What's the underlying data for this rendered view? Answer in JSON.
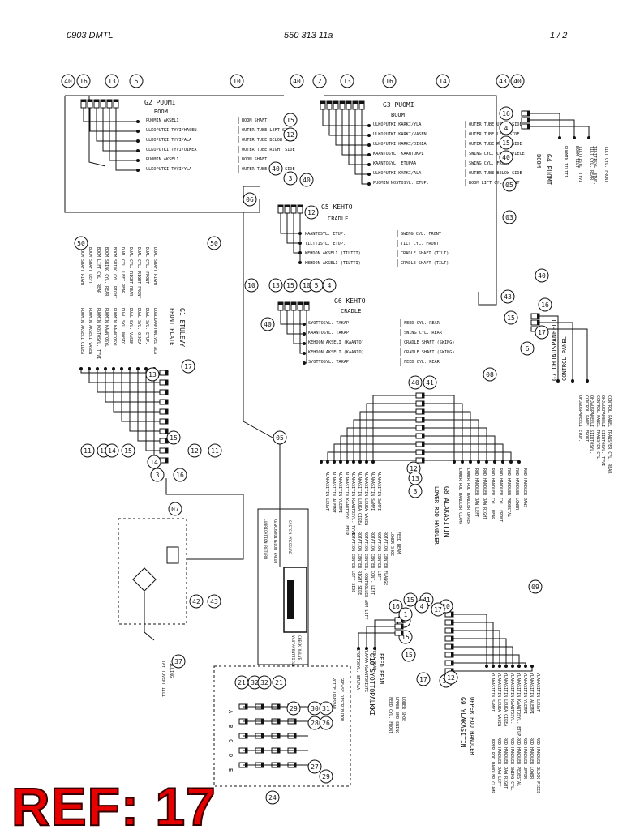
{
  "header": {
    "doc_code": "0903 DMTL",
    "part_number": "550 313 11a",
    "page": "1 /  2"
  },
  "footer": {
    "ref_label": "REF: 17"
  },
  "colors": {
    "ref": "#e60000",
    "line": "#111111"
  },
  "groups": {
    "g2": {
      "title": "G2 Puomi",
      "subtitle": "Boom",
      "rows": [
        [
          "Puomin akseli",
          "Boom shaft"
        ],
        [
          "Ulkoputki tyvi/hasen",
          "Outer tube left side"
        ],
        [
          "Ulkoputki tyvi/ala",
          "Outer tube below side"
        ],
        [
          "Ulkoputki tyvi/oikea",
          "Outer tube right side"
        ],
        [
          "Puomin akseli",
          "Boom shaft"
        ],
        [
          "Ulkoputki tyvi/yla",
          "Outer tube upper side"
        ]
      ]
    },
    "g3": {
      "title": "G3 Puomi",
      "subtitle": "Boom",
      "rows": [
        [
          "Ulkoputki karki/yla",
          "Outer tube upper side"
        ],
        [
          "Ulkoputki karki/vasen",
          "Outer tube left side"
        ],
        [
          "Ulkoputki karki/oikea",
          "Outer tube right side"
        ],
        [
          "Kaantosyl. kaantokpl",
          "Swing cyl. cross piece"
        ],
        [
          "Kaantosyl. etupaa",
          "Swing cyl. front"
        ],
        [
          "Ulkoputki karki/ala",
          "Outer tube below side"
        ],
        [
          "Puomin nostosyl. etup.",
          "Boom lift cyl. front"
        ]
      ]
    },
    "g4": {
      "title": "G4 Puomi",
      "subtitle": "Boom",
      "rows": [
        [
          "Puomin tiltti",
          "Boom tilt"
        ],
        [
          "Tilttisyl. tyvi",
          "Tilt cyl. rear"
        ],
        [
          "Tilttisyl. etup.",
          "Tilt cyl. front"
        ]
      ]
    },
    "g5": {
      "title": "G5 Kehto",
      "subtitle": "Cradle",
      "rows": [
        [
          "Kaantosyl. etup.",
          "Swing cyl. front"
        ],
        [
          "Tilttisyl. etup.",
          "Tilt cyl. front"
        ],
        [
          "Kehdon akseli (tiltti)",
          "Cradle shaft (tilt)"
        ],
        [
          "Kehdon akseli (tiltti)",
          "Cradle shaft (tilt)"
        ]
      ]
    },
    "g6": {
      "title": "G6 Kehto",
      "subtitle": "Cradle",
      "rows": [
        [
          "Syottosyl. takap.",
          "Feed cyl. rear"
        ],
        [
          "Kaantosyl. takap.",
          "Swing cyl. rear"
        ],
        [
          "Kehdon akseli (kaanto)",
          "Cradle shaft (swing)"
        ],
        [
          "Kehdon akseli (kaanto)",
          "Cradle shaft (swing)"
        ],
        [
          "Syottosyl. takap.",
          "Feed cyl. rear"
        ]
      ]
    },
    "g1": {
      "title": "G1 Etulevy",
      "subtitle": "Front plate",
      "fin": [
        "Puomin akseli oikea",
        "Puomin akseli vasen",
        "Puomin nostosyl. tyvi",
        "Puomin kaantosyl.",
        "Puomin kaantosyl.",
        "Dual syl. nosto",
        "Dual syl. vasen",
        "Dual syl. oikea",
        "Dual syl. etup.",
        "Dualkaantonivel ala"
      ],
      "eng": [
        "Boom shaft right",
        "Boom shaft left",
        "Boom lift cyl. rear",
        "Boom swing cyl. rear",
        "Boom swing cyl. right",
        "Dual cyl. left rear",
        "Dual cyl. right rear",
        "Dual cyl. right front",
        "Dual cyl. front",
        "Dual shaft right"
      ]
    },
    "g7": {
      "title": "G7 Ohjauspaneeli",
      "subtitle": "Control panel",
      "rows": [
        [
          "Ohjauspaneeli etup.",
          "Control panel front"
        ],
        [
          "Ohjauspaneeli siirtosyl.",
          "Control panel transfer cyl."
        ],
        [
          "Ohjauspaneeli siirtosyl. tyvi",
          "Control panel transfer cyl. rear"
        ]
      ]
    },
    "g8": {
      "title": "G8 Alakasitin",
      "subtitle": "Lower rod handler",
      "fin": [
        "Alakasitin sampi",
        "Alakasitin sampi",
        "Alakasitin leuka vasen",
        "Alakasitin leuka oikea",
        "Alakasitin kaantosyl. tyvi",
        "Alakasitin kaantosyl. etup.",
        "Alakasitin ylempi",
        "Alakasitin alempi",
        "Alakasitin leuat"
      ],
      "eng": [
        "Lower rod handler clamp",
        "Lower rod handler upper",
        "Rod handler jaw left",
        "Rod handler jaw right",
        "Rod handler cyl. rear",
        "Rod handler cyl. front",
        "Rod handler pedestal",
        "Rod handler lower",
        "Rod handler jaws"
      ]
    },
    "g9": {
      "title": "G9 Ylakasitin",
      "subtitle": "Upper rod handler",
      "fin": [
        "Ylakasitin sampi",
        "Ylakasitin leuka vasen",
        "Ylakasitin leuka oikea",
        "Ylakasitin kaantosyl.",
        "Ylakasitin kaantosyl. etup.",
        "Ylakasitin ylempi",
        "Ylakasitin alempi",
        "Ylakasitin leuat"
      ],
      "eng": [
        "Upper rod handler clamp",
        "Rod handler jaw left",
        "Rod handler jaw right",
        "Rod handler swing cyl.",
        "Rod handler pedestal",
        "Rod handler upper",
        "Rod handler lower",
        "Rod handler block piece"
      ]
    },
    "g10": {
      "title": "G10 Syottopalkki",
      "subtitle": "Feed beam",
      "rows": [
        [
          "Syottosyl. etupaa",
          "Feed cyl. front"
        ],
        [
          "Ylapaa kaantopiste",
          "Upper end swing"
        ],
        [
          "Feed beam",
          "Lower shoe"
        ]
      ]
    },
    "center": {
      "lines": [
        "Feed beam",
        "Lower shoe",
        "Rotation center flange",
        "Rotation center lift",
        "Rotation center cont. lift",
        "Rotation center, controller arm lift",
        "Rotation center right side",
        "Rotation center left side"
      ],
      "side_fin": "Keskusvoitelun paluu",
      "side_eng": "Lubrication return",
      "valve_fin": "Vastaventtiili",
      "valve_eng": "Check valve",
      "sys_eng": "System pressure",
      "sys_fin": "Jarjestelmapaine"
    },
    "pump": {
      "fin": "Tayttoventtiili",
      "eng": "Filling"
    },
    "terminal": {
      "header_fin": "Voitelurasvan",
      "header_eng": "Grease distributor",
      "rows": [
        "A",
        "B",
        "C",
        "D",
        "E"
      ]
    }
  },
  "balloons": {
    "top_left": [
      "40",
      "16",
      "13",
      "5",
      "10"
    ],
    "top_mid": [
      "40",
      "2",
      "13",
      "16",
      "14"
    ],
    "top_right": [
      "43",
      "40",
      "16",
      "4",
      "15",
      "40",
      "05",
      "03"
    ],
    "g3_left": [
      "15",
      "12"
    ],
    "g5": [
      "40",
      "3",
      "40",
      "12",
      "06"
    ],
    "g6": [
      "10",
      "13",
      "15",
      "10",
      "5",
      "4",
      "40"
    ],
    "g7": [
      "43",
      "40",
      "16",
      "15",
      "6",
      "17"
    ],
    "left_a": [
      "50"
    ],
    "left_b": [
      "50"
    ],
    "g1_bot": [
      "11",
      "13",
      "15",
      "14",
      "13",
      "15",
      "14",
      "3",
      "16",
      "12",
      "17",
      "11",
      "05",
      "07"
    ],
    "g8": [
      "40",
      "41",
      "12",
      "13",
      "3",
      "08"
    ],
    "mid_right": [
      "16",
      "15",
      "41",
      "2",
      "15",
      "10",
      "17",
      "12",
      "09"
    ],
    "g10": [
      "4",
      "17",
      "1",
      "12",
      "15"
    ],
    "hydraulic": [
      "42",
      "43",
      "37"
    ],
    "terminal": [
      "21",
      "32",
      "32",
      "21",
      "29",
      "30",
      "31",
      "28",
      "26",
      "27",
      "24",
      "29"
    ]
  },
  "notes": {
    "cyl_rot": "Feed beam",
    "g10_extra": "Feed cyl. front"
  }
}
